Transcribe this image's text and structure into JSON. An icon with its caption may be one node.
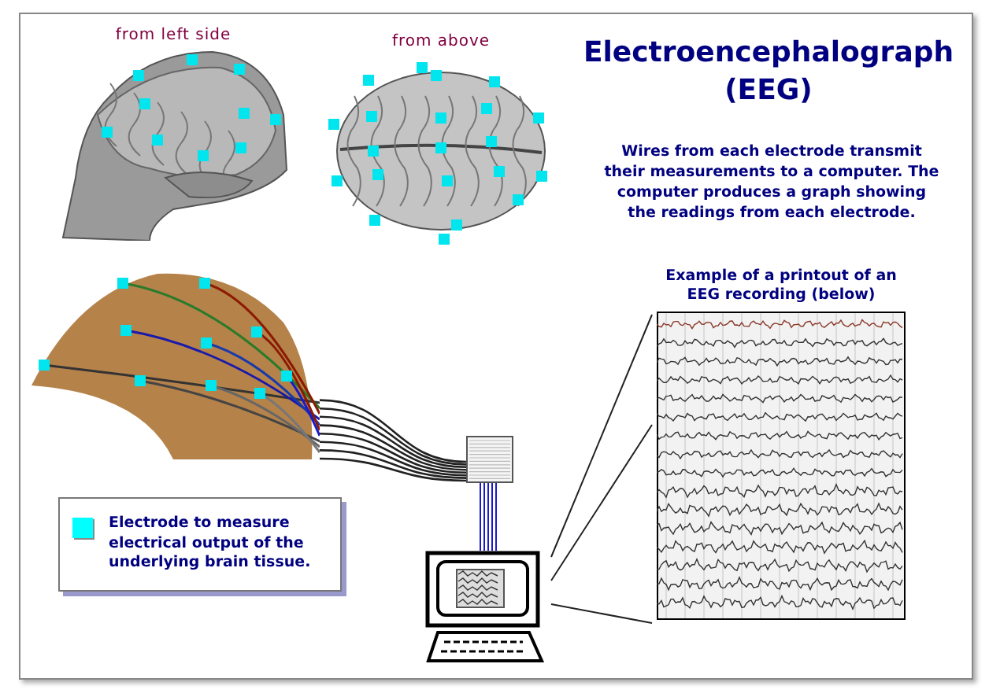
{
  "diagram": {
    "title": "Electroencephalograph (EEG)",
    "nodes": [
      {
        "text": [
          "from left side"
        ]
      },
      {
        "text": [
          "from above"
        ]
      },
      {
        "text": [],
        "shape": "picture"
      },
      {
        "text": [],
        "shape": "box"
      },
      {
        "text": [],
        "shape": "picture"
      },
      {
        "text": [
          "Example of a printout of an EEG recording (below)"
        ]
      }
    ],
    "edges": [
      {
        "from": 2,
        "to": 3,
        "arrow": "none"
      },
      {
        "from": 3,
        "to": 4,
        "arrow": "none",
        "color": "#1a1acc"
      },
      {
        "from": 4,
        "to": 5,
        "arrow": "none"
      }
    ],
    "labels": [
      "Wires from each electrode transmit their measurements to a computer. The computer produces a graph showing the readings from each electrode."
    ],
    "legend": [
      {
        "text": "Electrode to measure electrical output of the underlying brain tissue.",
        "color": "#00ffff"
      }
    ]
  }
}
